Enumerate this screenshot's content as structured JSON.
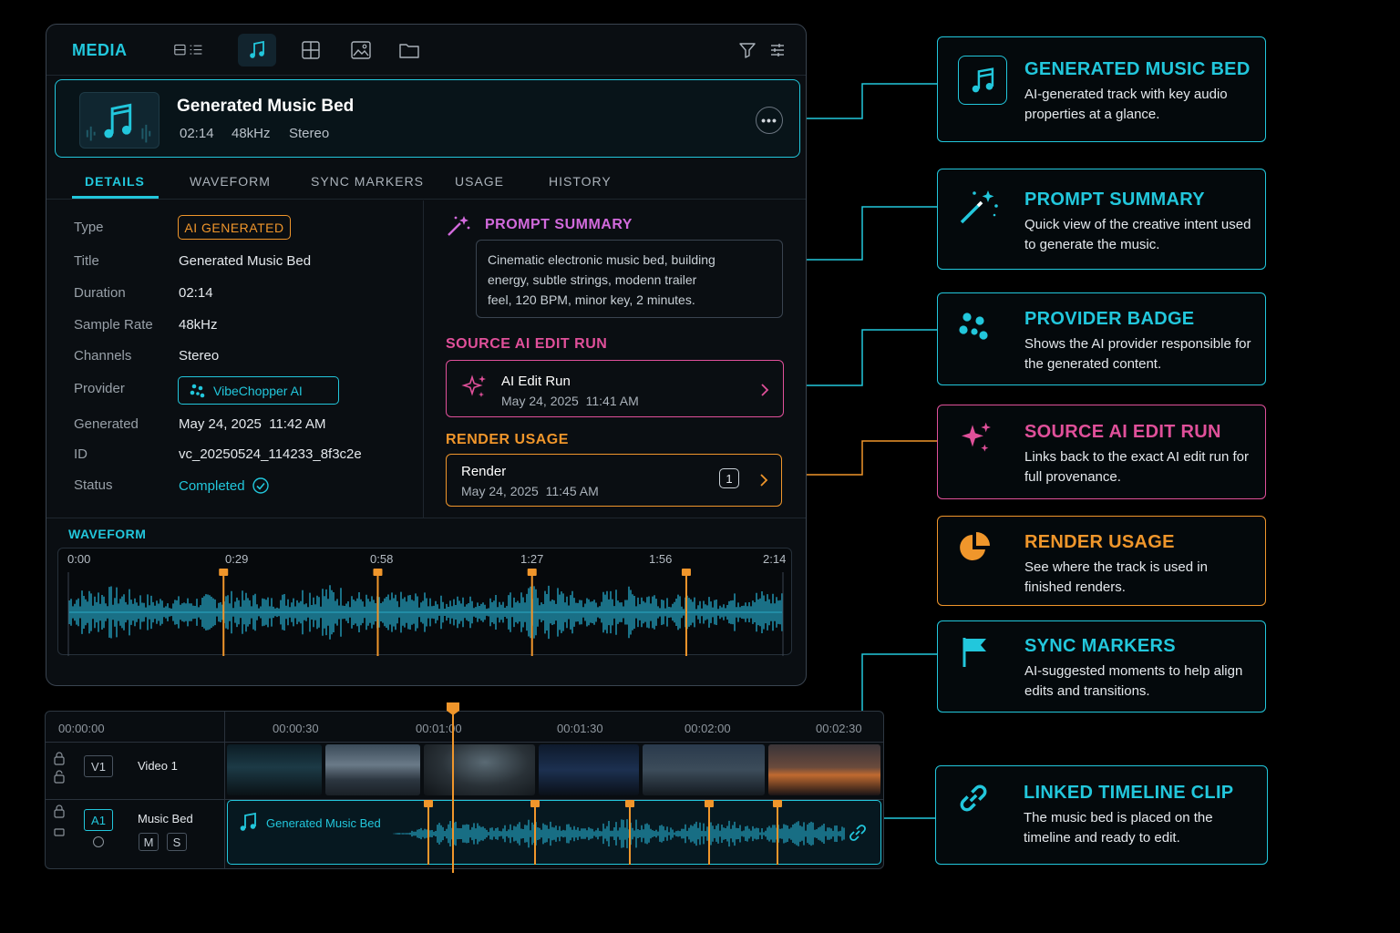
{
  "toolbar": {
    "title": "MEDIA"
  },
  "asset": {
    "name": "Generated Music Bed",
    "duration": "02:14",
    "sample_rate": "48kHz",
    "channels": "Stereo",
    "more_label": "•••"
  },
  "tabs": [
    {
      "label": "DETAILS"
    },
    {
      "label": "WAVEFORM"
    },
    {
      "label": "SYNC MARKERS"
    },
    {
      "label": "USAGE"
    },
    {
      "label": "HISTORY"
    }
  ],
  "details": {
    "type": {
      "label": "Type",
      "value": "AI GENERATED"
    },
    "title": {
      "label": "Title",
      "value": "Generated Music Bed"
    },
    "duration": {
      "label": "Duration",
      "value": "02:14"
    },
    "sample_rate": {
      "label": "Sample Rate",
      "value": "48kHz"
    },
    "channels": {
      "label": "Channels",
      "value": "Stereo"
    },
    "provider": {
      "label": "Provider",
      "value": "VibeChopper AI"
    },
    "generated": {
      "label": "Generated",
      "value": "May 24, 2025  11:42 AM"
    },
    "id": {
      "label": "ID",
      "value": "vc_20250524_114233_8f3c2e"
    },
    "status": {
      "label": "Status",
      "value": "Completed"
    }
  },
  "prompt": {
    "heading": "PROMPT SUMMARY",
    "lines": [
      "Cinematic electronic music bed, building",
      "energy, subtle strings, modenn trailer",
      "feel, 120 BPM, minor key, 2 minutes."
    ]
  },
  "source_run": {
    "heading": "SOURCE AI EDIT RUN",
    "title": "AI Edit Run",
    "timestamp": "May 24, 2025  11:41 AM"
  },
  "render_usage": {
    "heading": "RENDER USAGE",
    "title": "Render",
    "timestamp": "May 24, 2025  11:45 AM",
    "count": "1"
  },
  "waveform": {
    "heading": "WAVEFORM",
    "time_labels": [
      "0:00",
      "0:29",
      "0:58",
      "1:27",
      "1:56",
      "2:14"
    ],
    "marker_times_sec": [
      29,
      58,
      87,
      116
    ],
    "total_sec": 134
  },
  "timeline": {
    "timecodes": [
      "00:00:00",
      "00:00:30",
      "00:01:00",
      "00:01:30",
      "00:02:00",
      "00:02:30"
    ],
    "video_track": {
      "id": "V1",
      "name": "Video 1"
    },
    "audio_track": {
      "id": "A1",
      "name": "Music Bed",
      "mute": "M",
      "solo": "S"
    },
    "clip_name": "Generated Music Bed",
    "playhead_tc": "00:01:00"
  },
  "callouts": [
    {
      "title": "GENERATED MUSIC BED",
      "desc": "AI-generated track with key audio properties at a glance.",
      "color": "#22c7dc",
      "icon": "music-note-icon"
    },
    {
      "title": "PROMPT SUMMARY",
      "desc": "Quick view of the creative intent used to generate the music.",
      "color": "#22c7dc",
      "icon": "magic-wand-icon"
    },
    {
      "title": "PROVIDER BADGE",
      "desc": "Shows the AI provider responsible for the generated content.",
      "color": "#22c7dc",
      "icon": "provider-dots-icon"
    },
    {
      "title": "SOURCE AI EDIT RUN",
      "desc": "Links back to the exact AI edit run for full provenance.",
      "color": "#e0509a",
      "icon": "sparkles-icon"
    },
    {
      "title": "RENDER USAGE",
      "desc": "See where the track is used in finished renders.",
      "color": "#f0962b",
      "icon": "pie-chart-icon"
    },
    {
      "title": "SYNC MARKERS",
      "desc": "AI-suggested moments to help align edits and transitions.",
      "color": "#22c7dc",
      "icon": "flag-icon"
    },
    {
      "title": "LINKED TIMELINE CLIP",
      "desc": "The music bed is placed on the timeline and ready to edit.",
      "color": "#22c7dc",
      "icon": "link-icon"
    }
  ],
  "colors": {
    "accent": "#22c7dc",
    "pink": "#e0509a",
    "orange": "#f0962b"
  }
}
